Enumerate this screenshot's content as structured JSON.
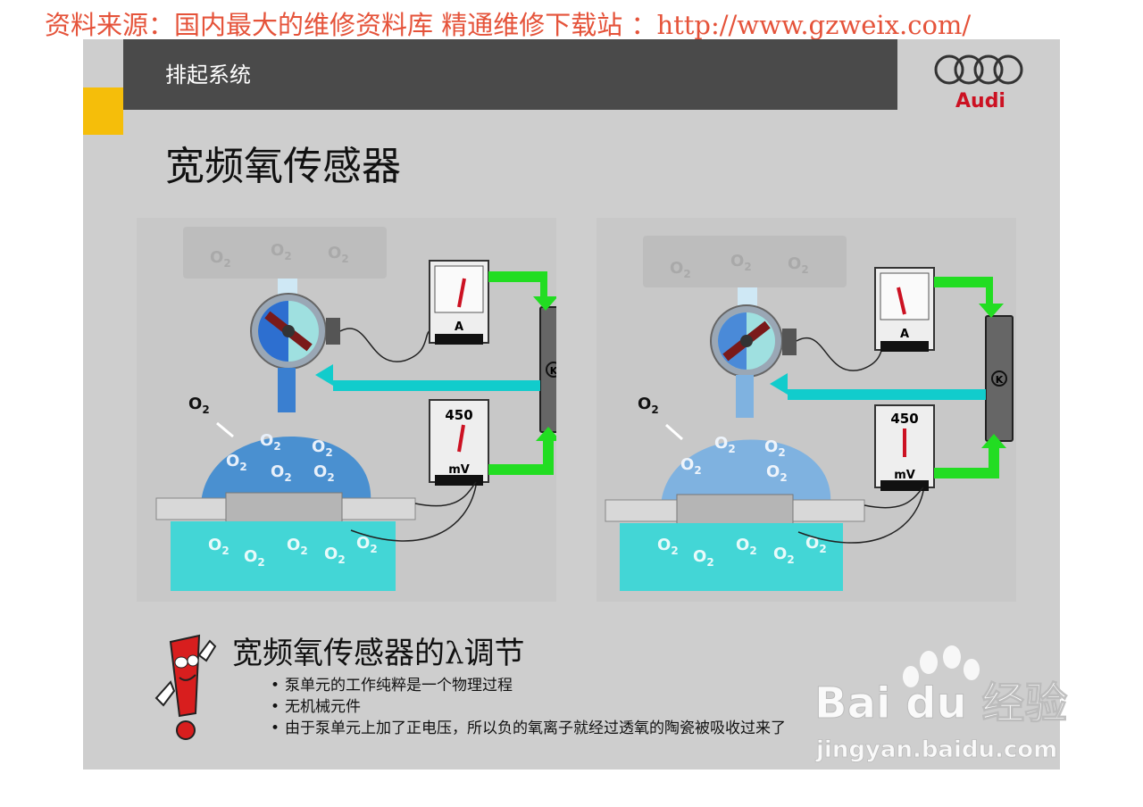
{
  "source_banner": "资料来源：国内最大的维修资料库 精通维修下载站 ：http://www.gzweix.com/",
  "header": {
    "section_title": "排起系统",
    "brand": "Audi"
  },
  "main_title": "宽频氧传感器",
  "diagrams": {
    "o2_label": "O",
    "o2_subscript": "2",
    "ammeter_unit": "A",
    "voltmeter_value": "450",
    "voltmeter_unit": "mV",
    "controller_symbol": "K"
  },
  "subsection": {
    "title": "宽频氧传感器的λ调节",
    "bullets": [
      "泵单元的工作纯粹是一个物理过程",
      "无机械元件",
      "由于泵单元上加了正电压，所以负的氧离子就经过透氧的陶瓷被吸收过来了"
    ]
  },
  "watermark": {
    "brand": "Bai du 经验",
    "url": "jingyan.baidu.com"
  },
  "colors": {
    "banner_text": "#e5533a",
    "header_bar": "#4a4a4a",
    "accent_yellow": "#f5be0a",
    "flow_green": "#22dd22",
    "flow_cyan": "#11cccc",
    "sensor_blue": "#4a90d0",
    "audi_red": "#cc1122"
  }
}
